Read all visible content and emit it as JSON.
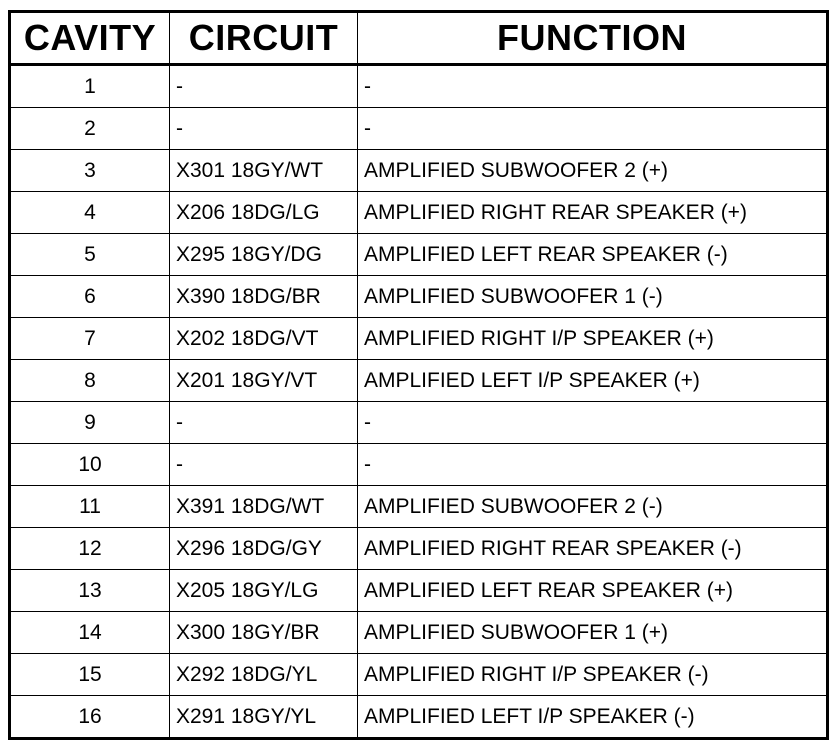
{
  "headers": {
    "cavity": "CAVITY",
    "circuit": "CIRCUIT",
    "function": "FUNCTION"
  },
  "rows": [
    {
      "cavity": "1",
      "circuit": "-",
      "function": "-"
    },
    {
      "cavity": "2",
      "circuit": "-",
      "function": "-"
    },
    {
      "cavity": "3",
      "circuit": "X301 18GY/WT",
      "function": "AMPLIFIED SUBWOOFER 2 (+)"
    },
    {
      "cavity": "4",
      "circuit": "X206 18DG/LG",
      "function": "AMPLIFIED RIGHT REAR SPEAKER (+)"
    },
    {
      "cavity": "5",
      "circuit": "X295 18GY/DG",
      "function": "AMPLIFIED LEFT REAR SPEAKER (-)"
    },
    {
      "cavity": "6",
      "circuit": "X390 18DG/BR",
      "function": "AMPLIFIED SUBWOOFER 1 (-)"
    },
    {
      "cavity": "7",
      "circuit": "X202 18DG/VT",
      "function": "AMPLIFIED RIGHT I/P SPEAKER (+)"
    },
    {
      "cavity": "8",
      "circuit": "X201 18GY/VT",
      "function": "AMPLIFIED LEFT I/P SPEAKER (+)"
    },
    {
      "cavity": "9",
      "circuit": "-",
      "function": "-"
    },
    {
      "cavity": "10",
      "circuit": "-",
      "function": "-"
    },
    {
      "cavity": "11",
      "circuit": "X391 18DG/WT",
      "function": "AMPLIFIED SUBWOOFER 2 (-)"
    },
    {
      "cavity": "12",
      "circuit": "X296 18DG/GY",
      "function": "AMPLIFIED RIGHT REAR SPEAKER (-)"
    },
    {
      "cavity": "13",
      "circuit": "X205 18GY/LG",
      "function": "AMPLIFIED LEFT REAR SPEAKER (+)"
    },
    {
      "cavity": "14",
      "circuit": "X300 18GY/BR",
      "function": "AMPLIFIED SUBWOOFER 1 (+)"
    },
    {
      "cavity": "15",
      "circuit": "X292 18DG/YL",
      "function": "AMPLIFIED RIGHT I/P SPEAKER (-)"
    },
    {
      "cavity": "16",
      "circuit": "X291 18GY/YL",
      "function": "AMPLIFIED LEFT I/P SPEAKER (-)"
    }
  ]
}
